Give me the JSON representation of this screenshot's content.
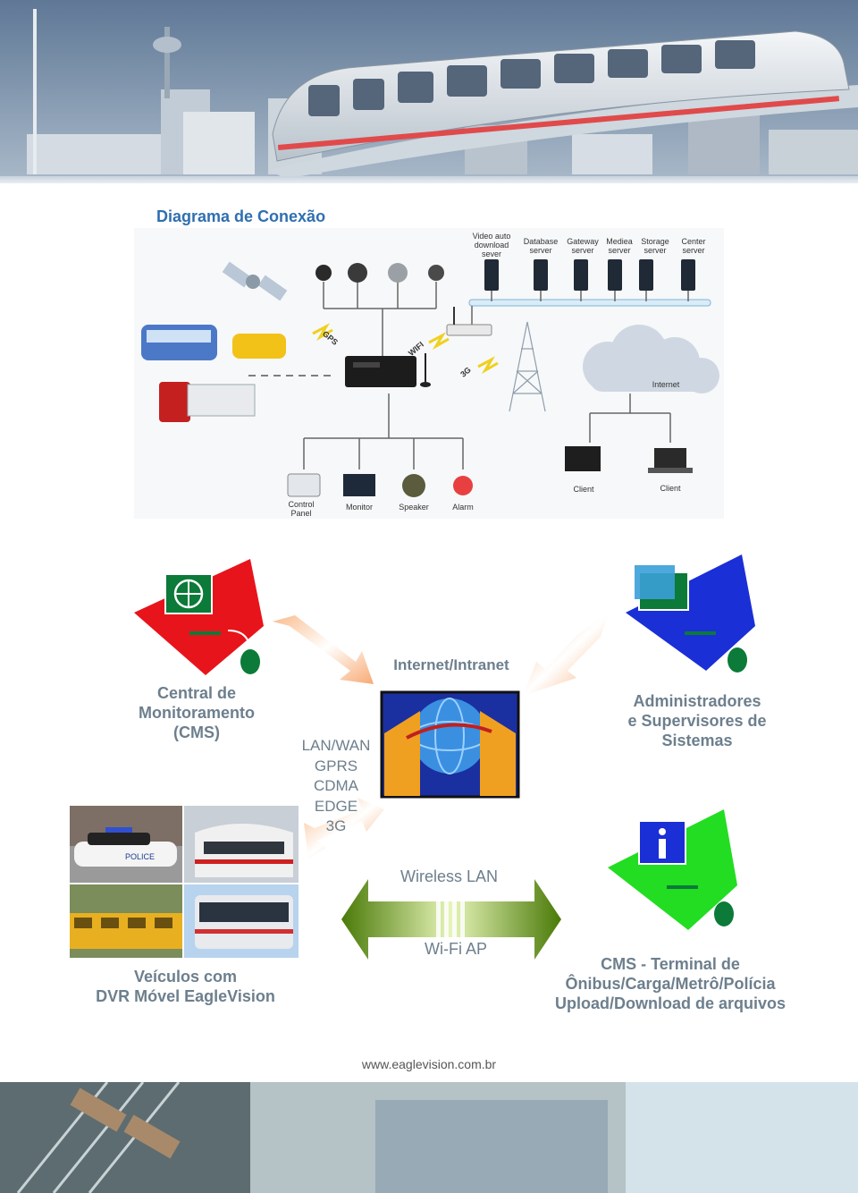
{
  "document": {
    "title": "Diagrama de Conexão",
    "footer_url": "www.eaglevision.com.br"
  },
  "network_diagram": {
    "servers": [
      {
        "label": "Video auto download sever"
      },
      {
        "label": "Database server"
      },
      {
        "label": "Gateway server"
      },
      {
        "label": "Mediea server"
      },
      {
        "label": "Storage server"
      },
      {
        "label": "Center server"
      }
    ],
    "links": {
      "gps": "GPS",
      "wifi": "WIFI",
      "threeg": "3G"
    },
    "cloud": "Internet",
    "clients": [
      "Client",
      "Client"
    ],
    "peripherals": [
      "Control Panel",
      "Monitor",
      "Speaker",
      "Alarm"
    ]
  },
  "scheme": {
    "cms_label_lines": [
      "Central de",
      "Monitoramento",
      "(CMS)"
    ],
    "internet_label": "Internet/Intranet",
    "protocols": [
      "LAN/WAN",
      "GPRS",
      "CDMA",
      "EDGE",
      "3G"
    ],
    "admins_lines": [
      "Administradores",
      "e Supervisores de",
      "Sistemas"
    ],
    "wireless_label": "Wireless  LAN",
    "wifi_ap_label": "Wi-Fi AP",
    "vehicles_lines": [
      "Veículos com",
      "DVR Móvel EagleVision"
    ],
    "terminal_lines": [
      "CMS - Terminal de",
      "Ônibus/Carga/Metrô/Polícia",
      "Upload/Download de arquivos"
    ],
    "police_text": "POLICE"
  },
  "colors": {
    "title_blue": "#2f6fb0",
    "label_gray": "#6d7f8d",
    "cms_red": "#e8141b",
    "admin_blue": "#1a2fd6",
    "terminal_green": "#22dd22",
    "arrow_orange": "#f7a063",
    "wireless_green": "#5a8a10"
  },
  "icons": [
    "globe-icon",
    "mouse-icon",
    "info-icon",
    "monorail-photo",
    "circuit-board-photo"
  ]
}
